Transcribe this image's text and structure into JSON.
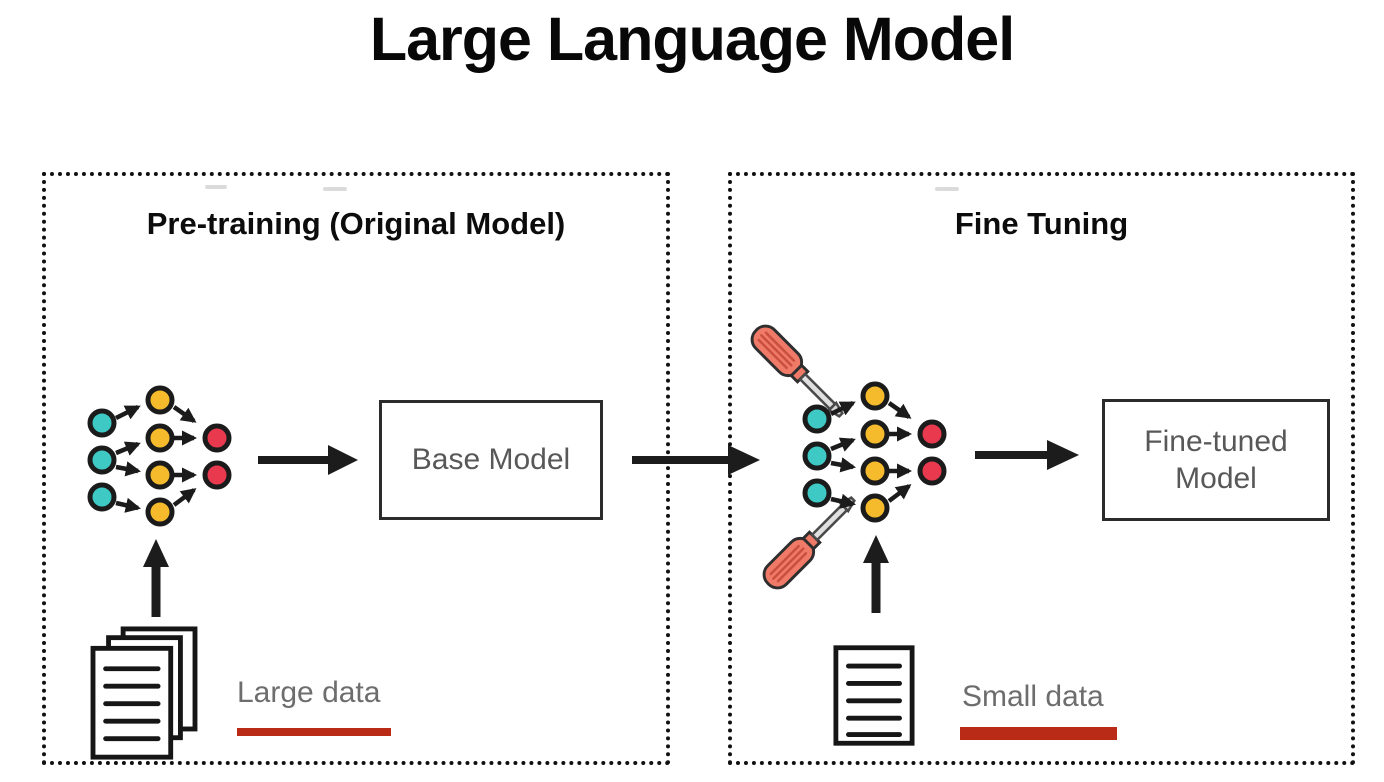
{
  "title": "Large Language Model",
  "panels": {
    "left": {
      "header": "Pre-training (Original Model)",
      "model_box_label": "Base Model",
      "data_label": "Large data",
      "icons": [
        "neural-network-icon",
        "right-arrow-icon",
        "up-arrow-icon",
        "documents-stack-icon"
      ]
    },
    "right": {
      "header": "Fine Tuning",
      "model_box_label": "Fine-tuned Model",
      "data_label": "Small data",
      "icons": [
        "screwdriver-icon",
        "screwdriver-icon",
        "neural-network-icon",
        "right-arrow-icon",
        "up-arrow-icon",
        "document-icon"
      ]
    }
  },
  "connector": "flow-arrow-base-to-finetuning",
  "colors": {
    "node_teal": "#3FC9C5",
    "node_yellow": "#F5BB2C",
    "node_red": "#E8394F",
    "node_outline": "#1B1B1B",
    "screwdriver_handle": "#F07A68",
    "screwdriver_stripe": "#C9503F",
    "screwdriver_shaft": "#E0E0E0",
    "underline_red": "#B92A17",
    "model_box_text_gray": "#585858",
    "data_label_gray": "#6D6D6D"
  }
}
